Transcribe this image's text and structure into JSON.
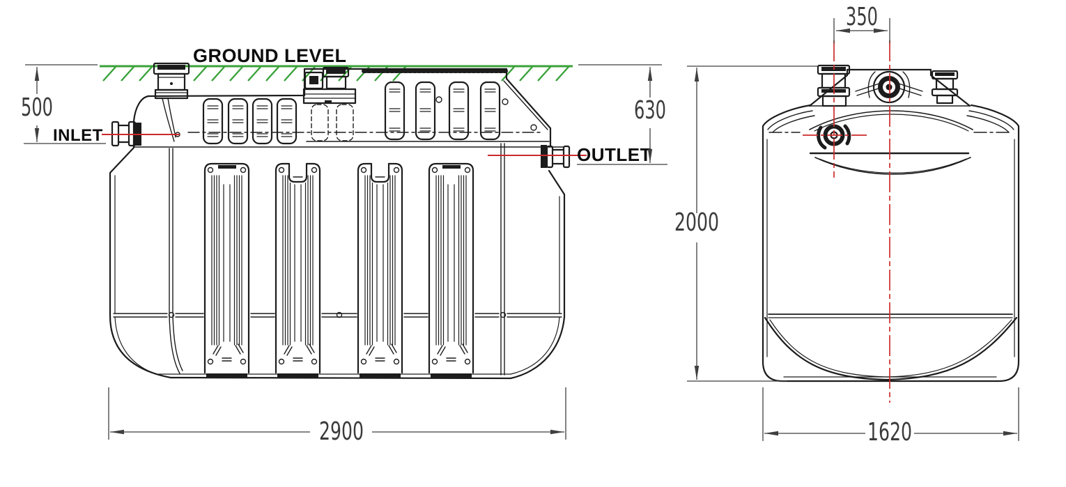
{
  "drawing": {
    "labels": {
      "ground_level": "GROUND LEVEL",
      "inlet": "INLET",
      "outlet": "OUTLET"
    },
    "side_view": {
      "depth_to_inlet": "500",
      "depth_to_outlet": "630",
      "overall_length": "2900"
    },
    "end_view": {
      "port_offset": "350",
      "overall_height": "2000",
      "overall_width": "1620"
    },
    "colors": {
      "line": "#1c1c1c",
      "ground": "#3aa23a",
      "centerline": "#cc2a2a",
      "dimline": "#3f3f3f",
      "dimtext": "#3b3b3b",
      "label": "#0d0d0d",
      "background": "#ffffff"
    }
  }
}
